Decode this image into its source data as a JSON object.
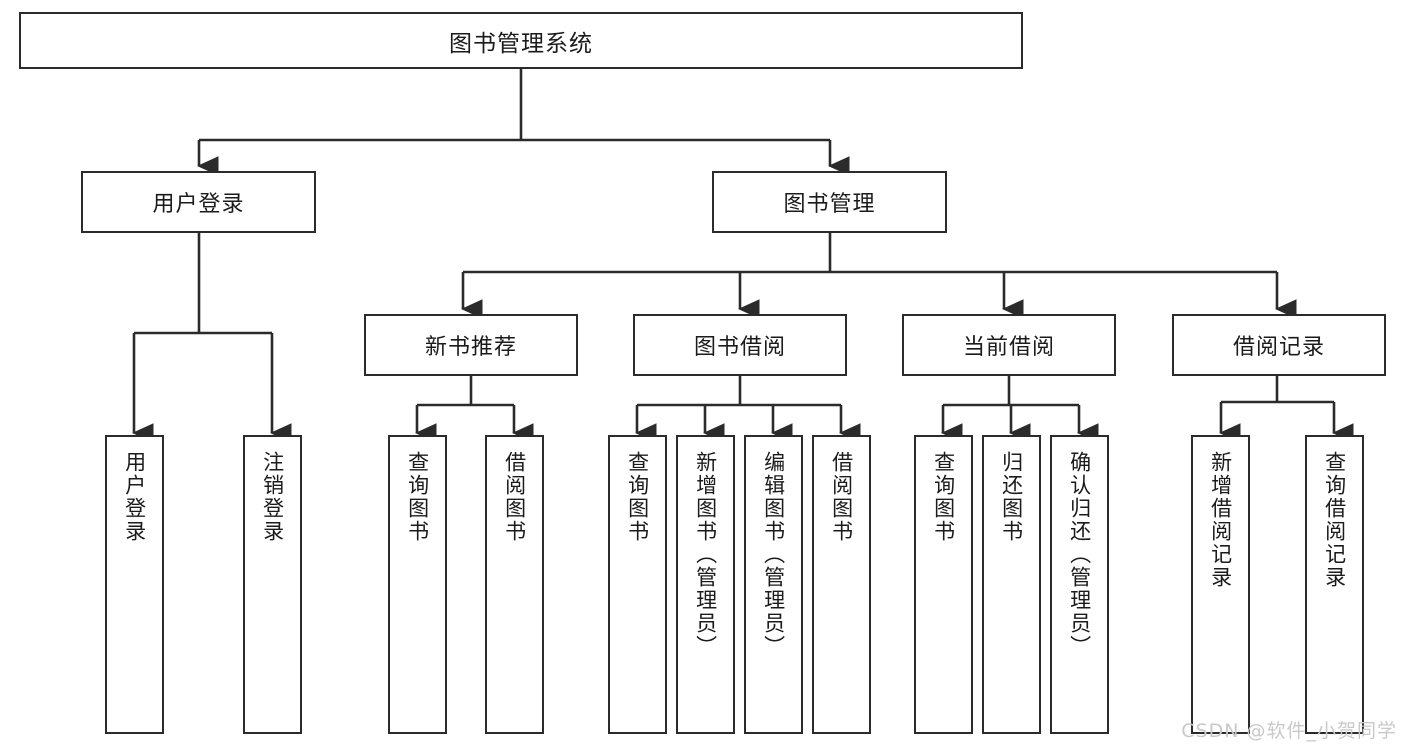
{
  "diagram": {
    "title": "图书管理系统",
    "type": "tree",
    "orientation": "top-down",
    "style": {
      "box_border_color": "#2b2b2b",
      "box_fill_color": "#ffffff",
      "connector_color": "#2b2b2b",
      "text_color": "#1b1b1b",
      "background": "#ffffff"
    },
    "nodes": {
      "root": {
        "label": "图书管理系统",
        "level": 0
      },
      "level1": [
        {
          "id": "user-login",
          "label": "用户登录"
        },
        {
          "id": "book-admin",
          "label": "图书管理"
        }
      ],
      "level2": [
        {
          "id": "new-book-rec",
          "label": "新书推荐",
          "parent": "book-admin"
        },
        {
          "id": "book-borrow",
          "label": "图书借阅",
          "parent": "book-admin"
        },
        {
          "id": "current-borrow",
          "label": "当前借阅",
          "parent": "book-admin"
        },
        {
          "id": "borrow-record",
          "label": "借阅记录",
          "parent": "book-admin"
        }
      ],
      "leaves": [
        {
          "id": "leaf-user-login",
          "label": "用户登录",
          "parent": "user-login"
        },
        {
          "id": "leaf-logout",
          "label": "注销登录",
          "parent": "user-login"
        },
        {
          "id": "leaf-query-book-1",
          "label": "查询图书",
          "parent": "new-book-rec"
        },
        {
          "id": "leaf-borrow-book-1",
          "label": "借阅图书",
          "parent": "new-book-rec"
        },
        {
          "id": "leaf-query-book-2",
          "label": "查询图书",
          "parent": "book-borrow"
        },
        {
          "id": "leaf-add-book",
          "label": "新增图书（管理员）",
          "parent": "book-borrow"
        },
        {
          "id": "leaf-edit-book",
          "label": "编辑图书（管理员）",
          "parent": "book-borrow"
        },
        {
          "id": "leaf-borrow-book-2",
          "label": "借阅图书",
          "parent": "book-borrow"
        },
        {
          "id": "leaf-query-book-3",
          "label": "查询图书",
          "parent": "current-borrow"
        },
        {
          "id": "leaf-return-book",
          "label": "归还图书",
          "parent": "current-borrow"
        },
        {
          "id": "leaf-confirm-return",
          "label": "确认归还（管理员）",
          "parent": "current-borrow"
        },
        {
          "id": "leaf-add-record",
          "label": "新增借阅记录",
          "parent": "borrow-record"
        },
        {
          "id": "leaf-query-record",
          "label": "查询借阅记录",
          "parent": "borrow-record"
        }
      ]
    }
  },
  "watermark": {
    "text": "CSDN @软件_小贺同学"
  }
}
